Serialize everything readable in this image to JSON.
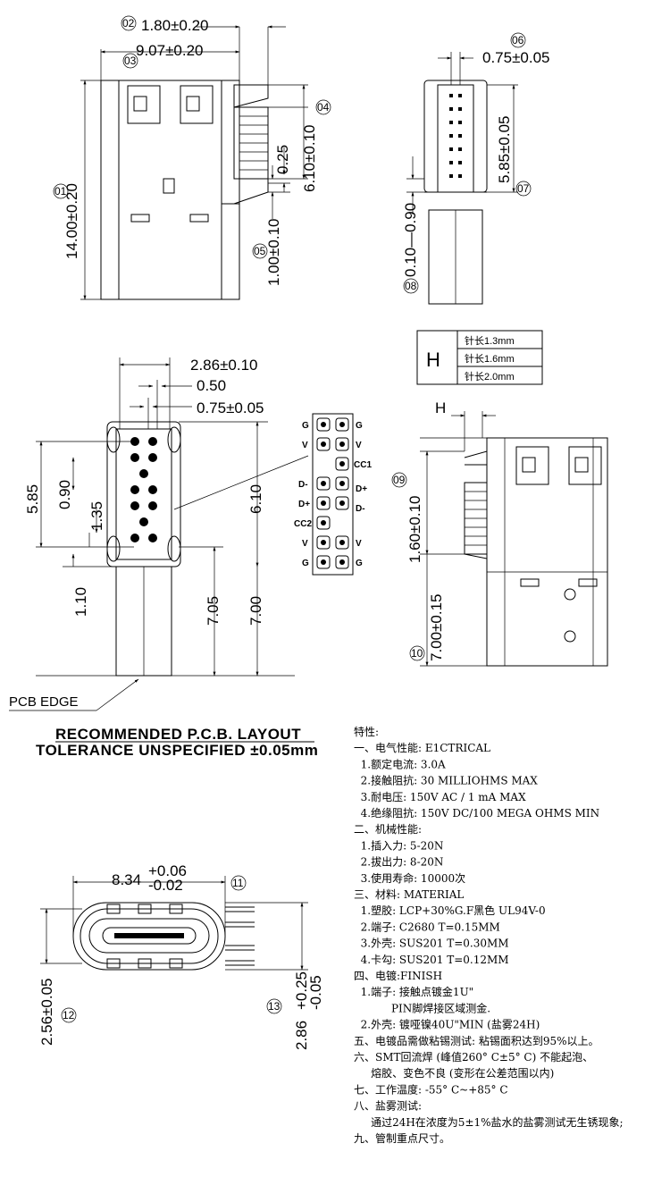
{
  "views": {
    "top_left": {
      "dims": {
        "d02": "1.80±0.20",
        "d03": "9.07±0.20",
        "d01": "14.00±0.20",
        "d04": "6.10±0.10",
        "d025": "0.25",
        "d05": "1.00±0.10"
      },
      "circles": {
        "c01": "01",
        "c02": "02",
        "c03": "03",
        "c04": "04",
        "c05": "05"
      }
    },
    "top_right": {
      "dims": {
        "d06": "0.75±0.05",
        "d07": "5.85±0.05",
        "d08": "0.10—0.90"
      },
      "circles": {
        "c06": "06",
        "c07": "07",
        "c08": "08"
      }
    },
    "pin_table": {
      "h_label": "H",
      "rows": [
        "针长1.3mm",
        "针长1.6mm",
        "针长2.0mm"
      ]
    },
    "layout": {
      "dims": {
        "w286": "2.86±0.10",
        "w050": "0.50",
        "w075": "0.75±0.05",
        "h585": "5.85",
        "h090": "0.90",
        "h135": "1.35",
        "h110": "1.10",
        "h705": "7.05",
        "h700": "7.00",
        "h610": "6.10"
      },
      "pcb_edge": "PCB EDGE",
      "title1": "RECOMMENDED   P.C.B.  LAYOUT",
      "title2": "TOLERANCE  UNSPECIFIED  ±0.05mm"
    },
    "pinout": {
      "left": [
        "G",
        "V",
        "",
        "D-",
        "D+",
        "CC2",
        "V",
        "G"
      ],
      "right": [
        "G",
        "V",
        "CC1",
        "D+",
        "D-",
        "",
        "V",
        "G"
      ]
    },
    "side_right": {
      "h": "H",
      "dims": {
        "d09": "1.60±0.10",
        "d10": "7.00±0.15"
      },
      "circles": {
        "c09": "09",
        "c10": "10"
      }
    },
    "bottom": {
      "dims": {
        "d834": "8.34",
        "tol_up": "+0.06",
        "tol_dn": "-0.02",
        "d256": "2.56±0.05",
        "d286": "2.86",
        "tol2_up": "+0.25",
        "tol2_dn": "-0.05"
      },
      "circles": {
        "c11": "11",
        "c12": "12",
        "c13": "13"
      }
    }
  },
  "specs": [
    "特性:",
    "一、电气性能: E1CTRICAL",
    "  1.额定电流: 3.0A",
    "  2.接触阻抗: 30 MILLIOHMS MAX",
    "  3.耐电压: 150V AC / 1 mA MAX",
    "  4.绝缘阻抗: 150V DC/100 MEGA OHMS MIN",
    "二、机械性能:",
    "  1.插入力: 5-20N",
    "  2.拔出力: 8-20N",
    "  3.使用寿命: 10000次",
    "三、材料: MATERIAL",
    "  1.塑胶: LCP+30%G.F黑色 UL94V-0",
    "  2.端子: C2680 T=0.15MM",
    "  3.外壳: SUS201 T=0.30MM",
    "  4.卡勾: SUS201 T=0.12MM",
    "四、电镀:FINISH",
    "  1.端子: 接触点镀金1U\"",
    "           PIN脚焊接区域测金.",
    "  2.外壳: 镀哑镍40U\"MIN (盐雾24H)",
    "五、电镀品需做粘锡测试: 粘锡面积达到95%以上。",
    "六、SMT回流焊 (峰值260° C±5° C) 不能起泡、",
    "     熔胶、变色不良 (变形在公差范围以内)",
    "七、工作温度: -55° C~+85° C",
    "八、盐雾测试:",
    "     通过24H在浓度为5±1%盐水的盐雾测试无生锈现象;",
    "九、管制重点尺寸。"
  ]
}
